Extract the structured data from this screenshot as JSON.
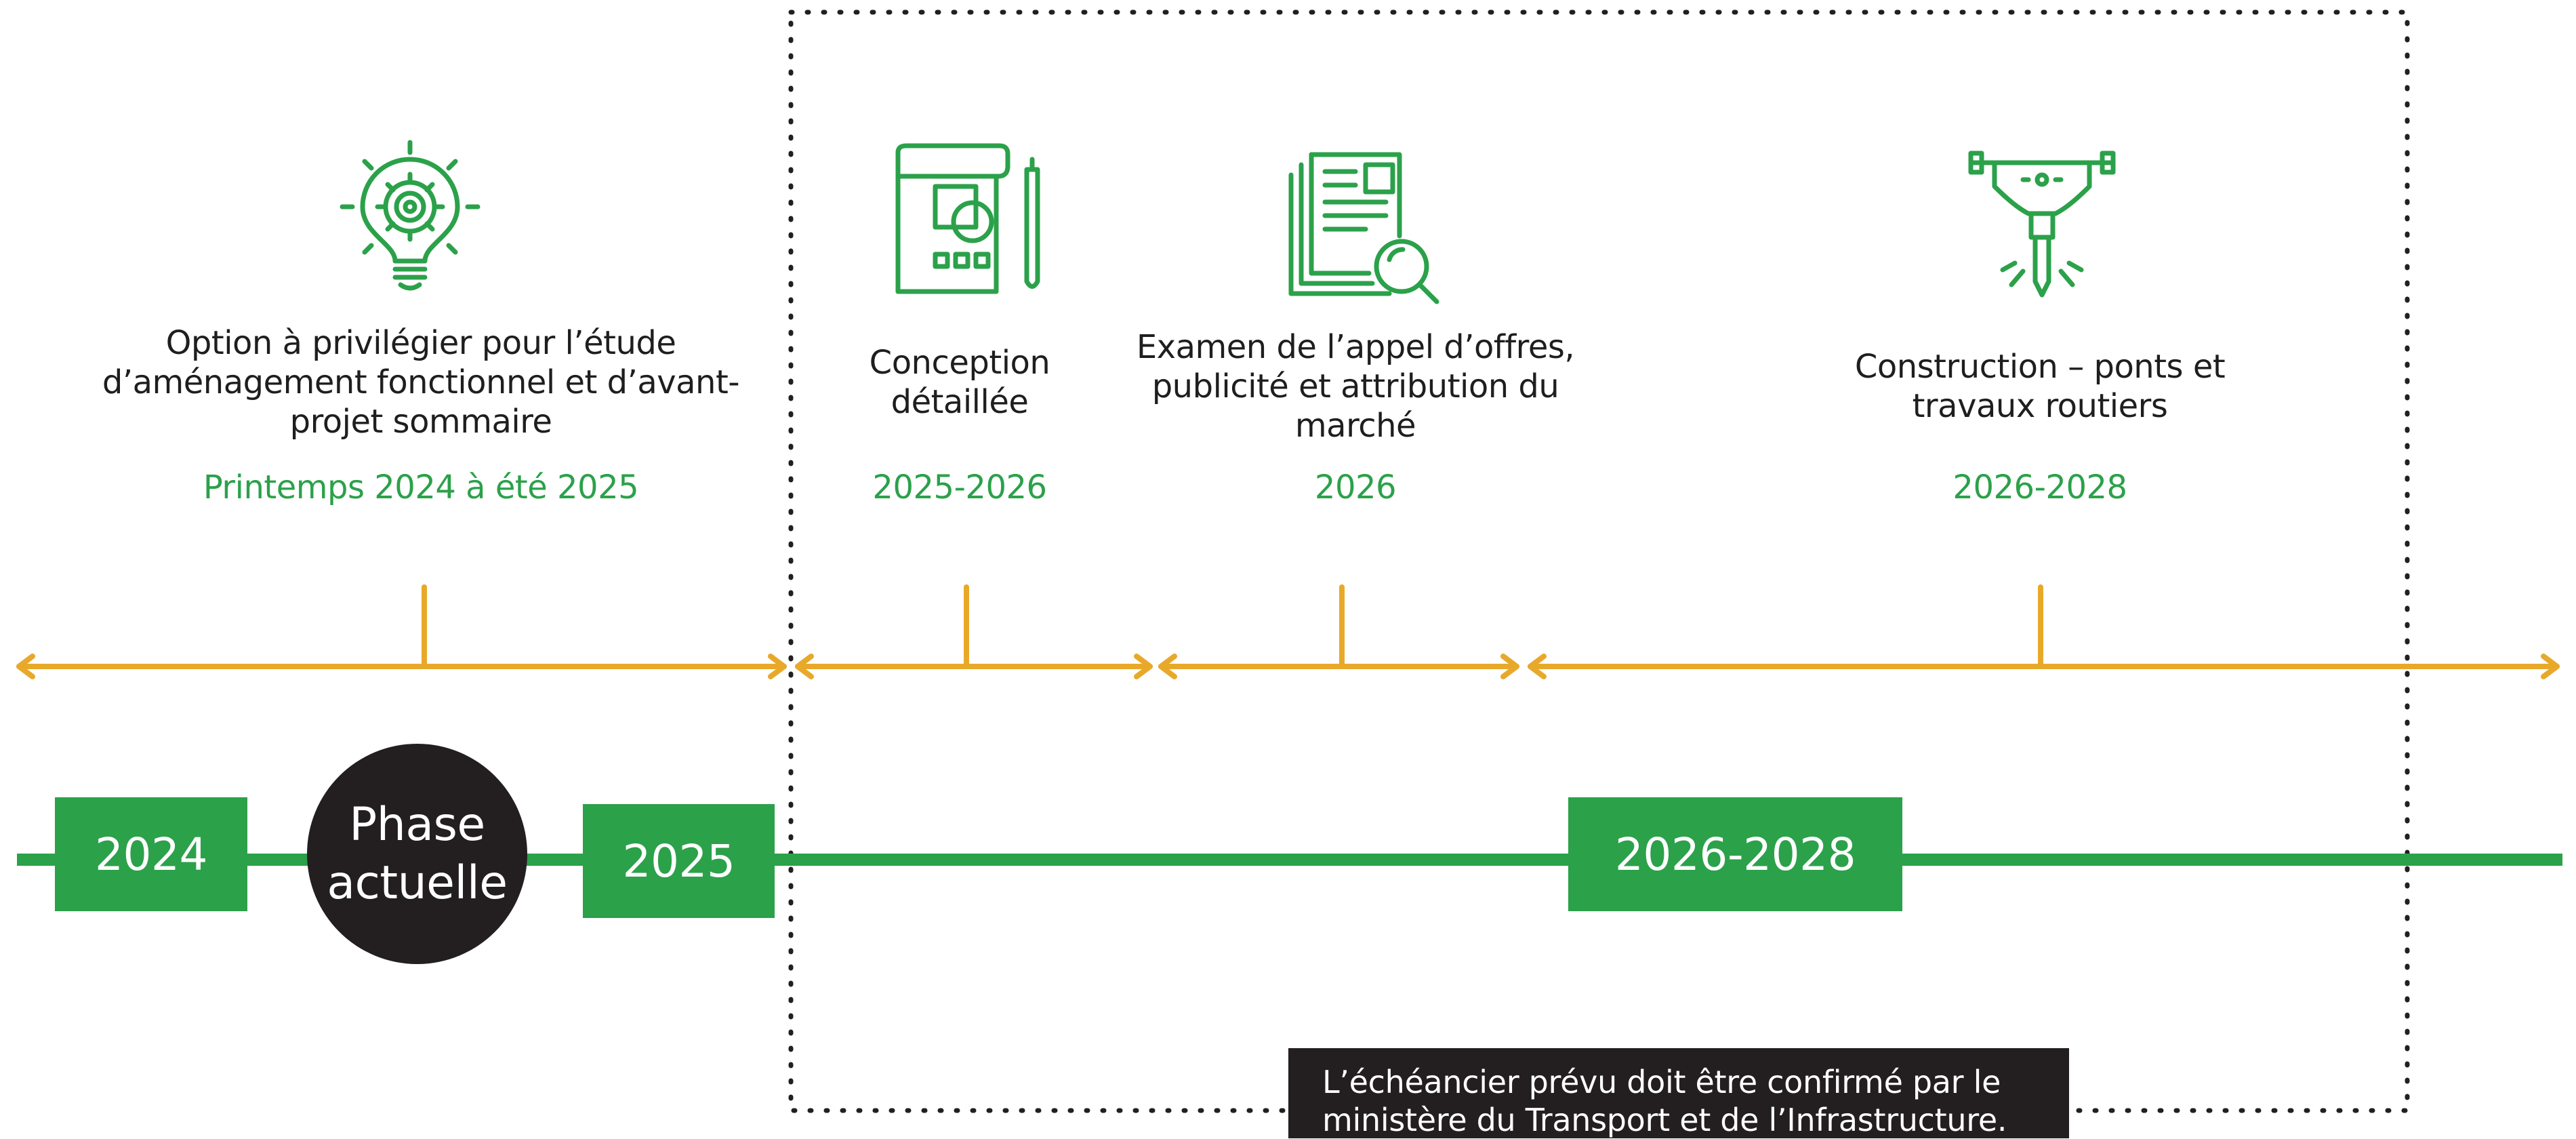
{
  "colors": {
    "accent_green": "#2ba14a",
    "timeline_orange": "#e8a92a",
    "dark": "#231f20",
    "text": "#1e1e1e"
  },
  "phases": [
    {
      "icon": "lightbulb-gear-icon",
      "title_lines": [
        "Option à privilégier pour l’étude",
        "d’aménagement fonctionnel et d’avant-",
        "projet sommaire"
      ],
      "date": "Printemps 2024 à été 2025"
    },
    {
      "icon": "blueprint-pencil-icon",
      "title_lines": [
        "Conception",
        "détaillée"
      ],
      "date": "2025-2026"
    },
    {
      "icon": "documents-magnifier-icon",
      "title_lines": [
        "Examen de l’appel d’offres,",
        "publicité et attribution du",
        "marché"
      ],
      "date": "2026"
    },
    {
      "icon": "jackhammer-icon",
      "title_lines": [
        "Construction – ponts et",
        "travaux routiers"
      ],
      "date": "2026-2028"
    }
  ],
  "timeline": {
    "year_2024": "2024",
    "current_phase_lines": [
      "Phase",
      "actuelle"
    ],
    "year_2025": "2025",
    "year_2026_2028": "2026-2028"
  },
  "note_lines": [
    "L’échéancier prévu doit être confirmé par le",
    "ministère du Transport et de l’Infrastructure."
  ]
}
